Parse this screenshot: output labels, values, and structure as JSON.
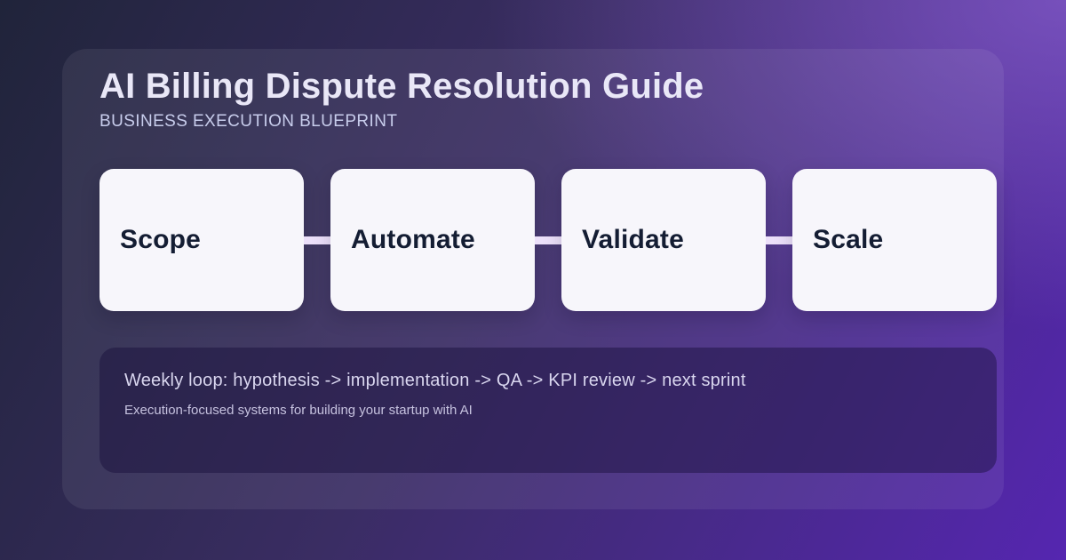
{
  "page": {
    "title": "AI Billing Dispute Resolution Guide",
    "subtitle": "BUSINESS EXECUTION BLUEPRINT"
  },
  "steps": [
    {
      "label": "Scope"
    },
    {
      "label": "Automate"
    },
    {
      "label": "Validate"
    },
    {
      "label": "Scale"
    }
  ],
  "footer": {
    "loop_text": "Weekly loop: hypothesis -> implementation -> QA -> KPI review -> next sprint",
    "description": "Execution-focused systems for building your startup with AI"
  },
  "colors": {
    "bg_top_left": "#20243a",
    "bg_top_right": "#7a52c0",
    "bg_bottom_left": "#3a2472",
    "bg_bottom_right": "#5526b0",
    "panel_overlay": "rgba(255,255,255,0.07)",
    "step_card_bg": "#f7f6fb",
    "step_card_text": "#141d33",
    "title_text": "#e9e7f7",
    "subtitle_text": "#c8cdec",
    "connector": "#ece0fa",
    "footer_box_bg": "rgba(22,13,58,0.45)",
    "footer_text": "#d9d6ef",
    "footer_subtext": "#c6c2df"
  }
}
